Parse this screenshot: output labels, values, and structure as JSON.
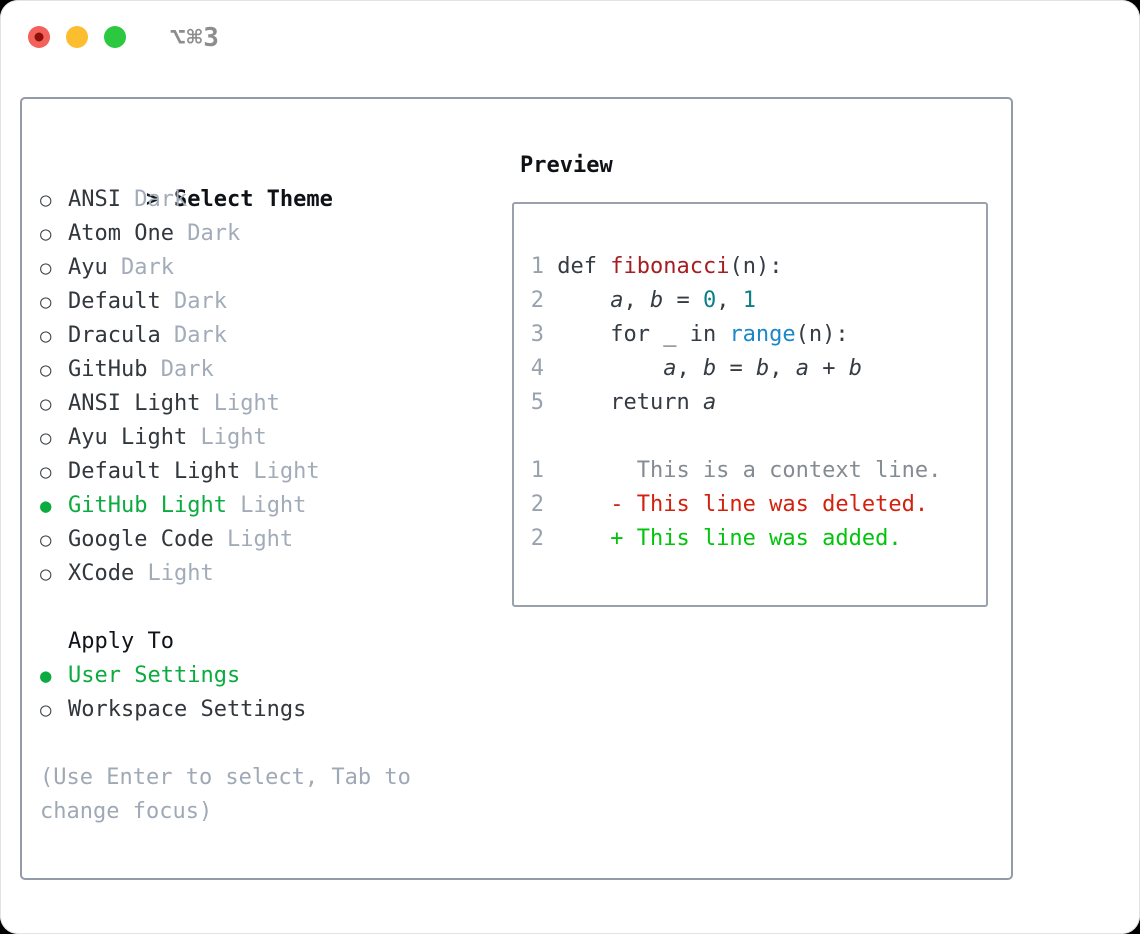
{
  "window": {
    "title": "⌥⌘3",
    "traffic_lights": [
      {
        "name": "close",
        "color": "#f4605a",
        "inner_dot": "#8c1209"
      },
      {
        "name": "minimize",
        "color": "#fcbd2f"
      },
      {
        "name": "zoom",
        "color": "#2bc840"
      }
    ]
  },
  "colors": {
    "green_select": "#0cab3f",
    "green_added": "#02c40c",
    "red_deleted": "#d2220f",
    "red_function": "#a41e22",
    "teal_number": "#0e7e87",
    "blue_builtin": "#1b87c9",
    "border_gray": "#939ba6"
  },
  "theme_panel": {
    "header": {
      "prompt": ">",
      "label": "Select Theme"
    },
    "unselected_marker": "○",
    "selected_marker": "●",
    "themes": [
      {
        "name": "ANSI",
        "tag": "Dark",
        "selected": false
      },
      {
        "name": "Atom One",
        "tag": "Dark",
        "selected": false
      },
      {
        "name": "Ayu",
        "tag": "Dark",
        "selected": false
      },
      {
        "name": "Default",
        "tag": "Dark",
        "selected": false
      },
      {
        "name": "Dracula",
        "tag": "Dark",
        "selected": false
      },
      {
        "name": "GitHub",
        "tag": "Dark",
        "selected": false
      },
      {
        "name": "ANSI Light",
        "tag": "Light",
        "selected": false
      },
      {
        "name": "Ayu Light",
        "tag": "Light",
        "selected": false
      },
      {
        "name": "Default Light",
        "tag": "Light",
        "selected": false
      },
      {
        "name": "GitHub Light",
        "tag": "Light",
        "selected": true
      },
      {
        "name": "Google Code",
        "tag": "Light",
        "selected": false
      },
      {
        "name": "XCode",
        "tag": "Light",
        "selected": false
      }
    ],
    "apply_to": {
      "label": "Apply To",
      "options": [
        {
          "label": "User Settings",
          "selected": true
        },
        {
          "label": "Workspace Settings",
          "selected": false
        }
      ]
    },
    "help_text": "(Use Enter to select, Tab to change focus)"
  },
  "preview": {
    "label": "Preview",
    "code_lines": [
      {
        "num": "1",
        "segments": [
          {
            "text": "def ",
            "style": "plain"
          },
          {
            "text": "fibonacci",
            "style": "function"
          },
          {
            "text": "(n):",
            "style": "plain"
          }
        ]
      },
      {
        "num": "2",
        "segments": [
          {
            "text": "    ",
            "style": "plain"
          },
          {
            "text": "a",
            "style": "variable"
          },
          {
            "text": ", ",
            "style": "plain"
          },
          {
            "text": "b",
            "style": "variable"
          },
          {
            "text": " = ",
            "style": "plain"
          },
          {
            "text": "0",
            "style": "number"
          },
          {
            "text": ", ",
            "style": "plain"
          },
          {
            "text": "1",
            "style": "number"
          }
        ]
      },
      {
        "num": "3",
        "segments": [
          {
            "text": "    for _ in ",
            "style": "plain"
          },
          {
            "text": "range",
            "style": "builtin"
          },
          {
            "text": "(n):",
            "style": "plain"
          }
        ]
      },
      {
        "num": "4",
        "segments": [
          {
            "text": "        ",
            "style": "plain"
          },
          {
            "text": "a",
            "style": "variable"
          },
          {
            "text": ", ",
            "style": "plain"
          },
          {
            "text": "b",
            "style": "variable"
          },
          {
            "text": " = ",
            "style": "plain"
          },
          {
            "text": "b",
            "style": "variable"
          },
          {
            "text": ", ",
            "style": "plain"
          },
          {
            "text": "a",
            "style": "variable"
          },
          {
            "text": " + ",
            "style": "plain"
          },
          {
            "text": "b",
            "style": "variable"
          }
        ]
      },
      {
        "num": "5",
        "segments": [
          {
            "text": "    return ",
            "style": "plain"
          },
          {
            "text": "a",
            "style": "variable"
          }
        ]
      }
    ],
    "diff_lines": [
      {
        "num": "1",
        "marker": " ",
        "text": "This is a context line.",
        "type": "context"
      },
      {
        "num": "2",
        "marker": "-",
        "text": "This line was deleted.",
        "type": "deleted"
      },
      {
        "num": "2",
        "marker": "+",
        "text": "This line was added.",
        "type": "added"
      }
    ]
  }
}
